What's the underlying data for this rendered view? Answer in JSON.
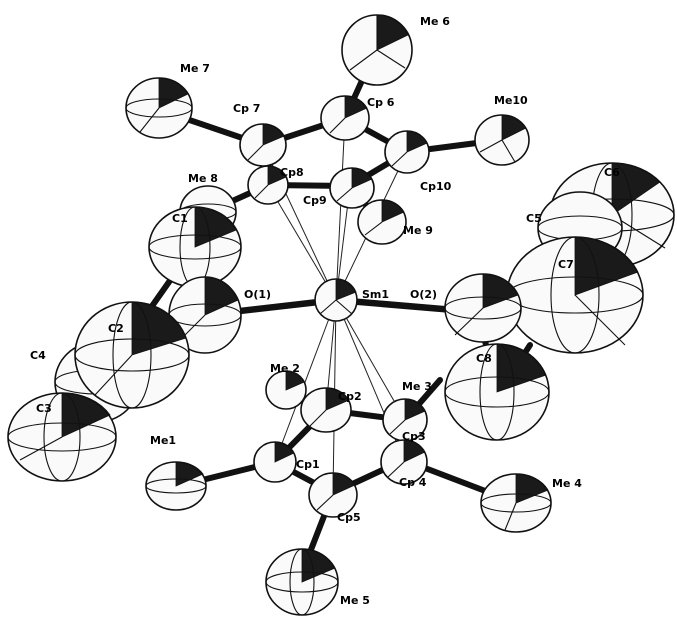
{
  "figure": {
    "labels": {
      "sm1": "Sm1",
      "o1": "O(1)",
      "o2": "O(2)",
      "c1": "C1",
      "c2": "C2",
      "c3": "C3",
      "c4": "C4",
      "c5": "C5",
      "c6": "C6",
      "c7": "C7",
      "c8": "C8",
      "cp1": "Cp1",
      "cp2": "Cp2",
      "cp3": "Cp3",
      "cp4": "Cp 4",
      "cp5": "Cp5",
      "cp6": "Cp 6",
      "cp7": "Cp 7",
      "cp8": "Cp8",
      "cp9": "Cp9",
      "cp10": "Cp10",
      "me1": "Me1",
      "me2": "Me 2",
      "me3": "Me 3",
      "me4": "Me 4",
      "me5": "Me 5",
      "me6": "Me 6",
      "me7": "Me 7",
      "me8": "Me 8",
      "me9": "Me 9",
      "me10": "Me10"
    }
  }
}
